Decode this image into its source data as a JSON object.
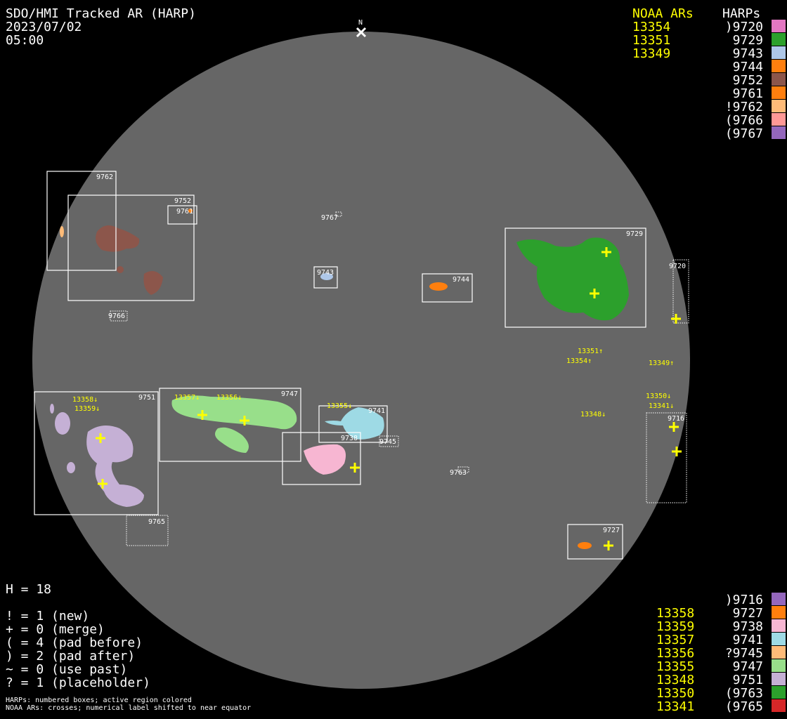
{
  "header": {
    "title": "SDO/HMI Tracked AR (HARP)",
    "date": "2023/07/02",
    "time": "05:00",
    "north": "N"
  },
  "legend_top": {
    "noaa_heading": "NOAA ARs",
    "harp_heading": "HARPs",
    "noaa": [
      "13354",
      "13351",
      "13349"
    ],
    "harps": [
      {
        "label": ")9720",
        "color": "#e377c2"
      },
      {
        "label": "9729",
        "color": "#2ca02c"
      },
      {
        "label": "9743",
        "color": "#aec7e8"
      },
      {
        "label": "9744",
        "color": "#ff7f0e"
      },
      {
        "label": "9752",
        "color": "#8c564b"
      },
      {
        "label": "9761",
        "color": "#ff7f0e"
      },
      {
        "label": "!9762",
        "color": "#ffbb78"
      },
      {
        "label": "(9766",
        "color": "#ff9896"
      },
      {
        "label": "(9767",
        "color": "#9467bd"
      }
    ]
  },
  "legend_bottom": {
    "rows": [
      {
        "noaa": "",
        "harp": ")9716",
        "color": "#9467bd"
      },
      {
        "noaa": "13358",
        "harp": "9727",
        "color": "#ff7f0e"
      },
      {
        "noaa": "13359",
        "harp": "9738",
        "color": "#f7b6d2"
      },
      {
        "noaa": "13357",
        "harp": "9741",
        "color": "#9edae5"
      },
      {
        "noaa": "13356",
        "harp": "?9745",
        "color": "#ffbb78"
      },
      {
        "noaa": "13355",
        "harp": "9747",
        "color": "#98df8a"
      },
      {
        "noaa": "13348",
        "harp": "9751",
        "color": "#c5b0d5"
      },
      {
        "noaa": "13350",
        "harp": "(9763",
        "color": "#2ca02c"
      },
      {
        "noaa": "13341",
        "harp": "(9765",
        "color": "#d62728"
      }
    ]
  },
  "stats": {
    "h": "H = 18",
    "lines": [
      "! = 1 (new)",
      "+ = 0 (merge)",
      "( = 4 (pad before)",
      ") = 2 (pad after)",
      "~ = 0 (use past)",
      "? = 1 (placeholder)"
    ]
  },
  "footnote": [
    "HARPs: numbered boxes; active region colored",
    "NOAA ARs: crosses; numerical label shifted to near equator"
  ],
  "disk": {
    "harp_labels": [
      "9762",
      "9752",
      "9761",
      "9767",
      "9743",
      "9744",
      "9729",
      "9720",
      "9766",
      "9751",
      "9747",
      "9741",
      "9738",
      "9745",
      "9765",
      "9763",
      "9716",
      "9727"
    ],
    "noaa_labels": [
      "13358↓",
      "13359↓",
      "13357↓",
      "13356↓",
      "13355↓",
      "13351↑",
      "13354↑",
      "13349↑",
      "13350↓",
      "13341↓",
      "13348↓"
    ]
  }
}
